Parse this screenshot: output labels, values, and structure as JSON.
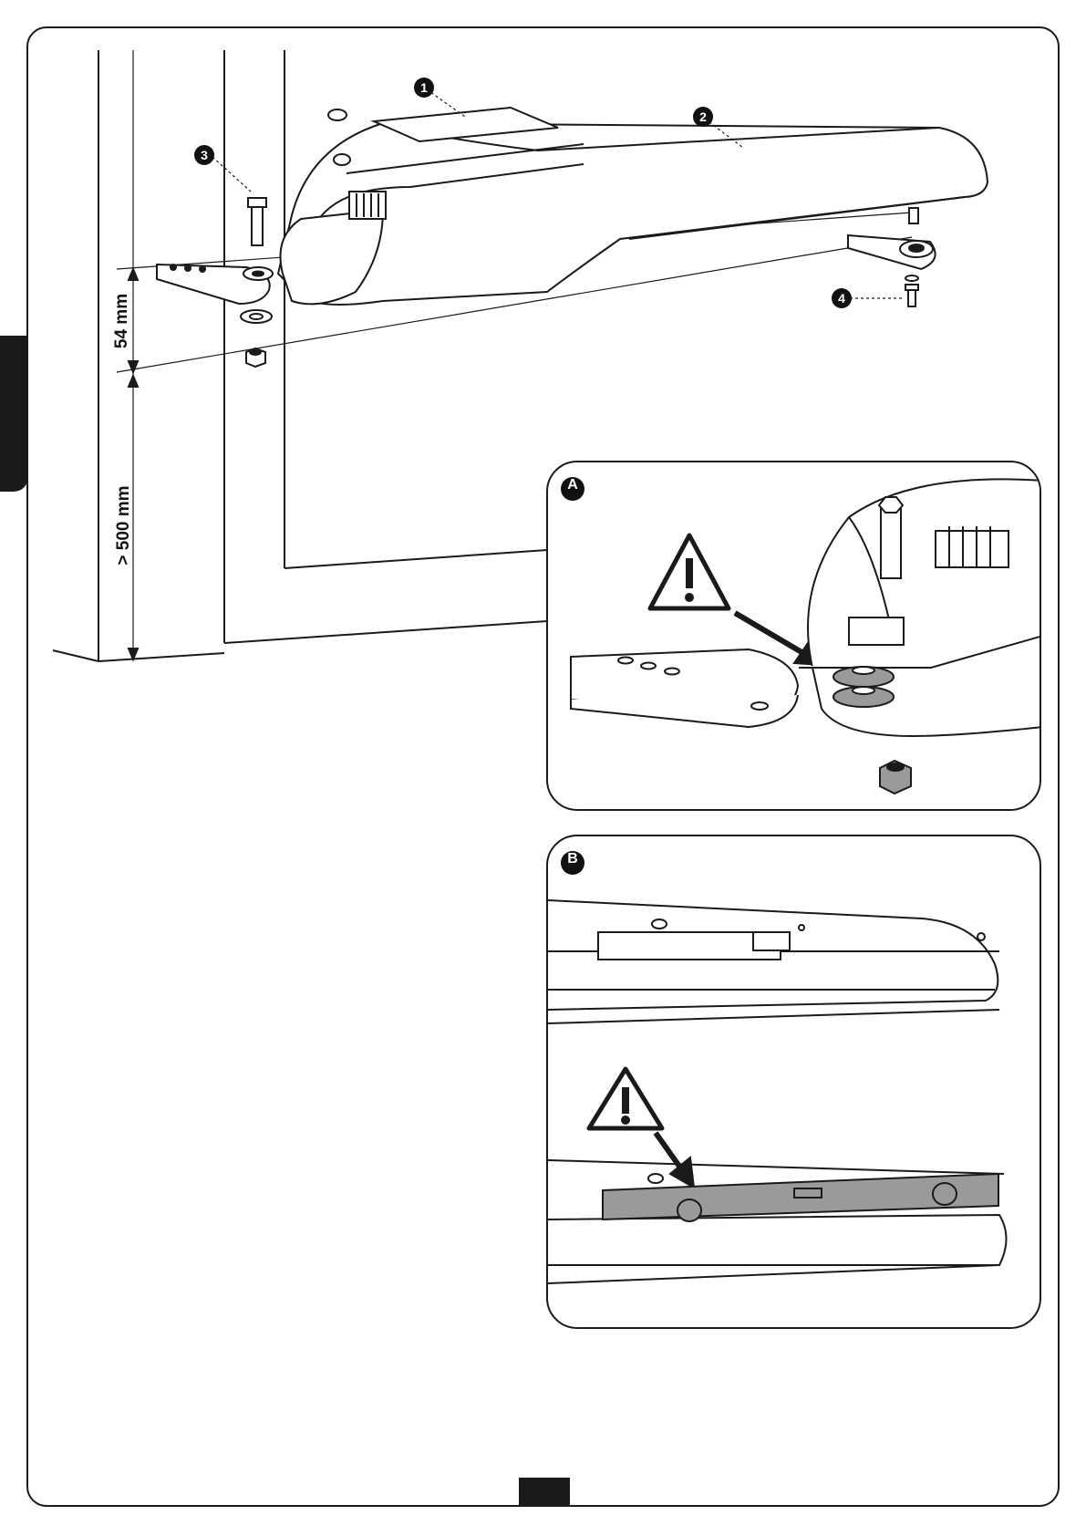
{
  "callouts": {
    "c1": "1",
    "c2": "2",
    "c3": "3",
    "c4": "4"
  },
  "dimensions": {
    "height_bracket": "54 mm",
    "height_ground": "> 500 mm"
  },
  "details": {
    "a_label": "A",
    "b_label": "B"
  },
  "icons": {
    "warning": "warning-triangle-icon"
  },
  "colors": {
    "ink": "#1a1a1a",
    "highlight_gray": "#9a9a9a"
  }
}
